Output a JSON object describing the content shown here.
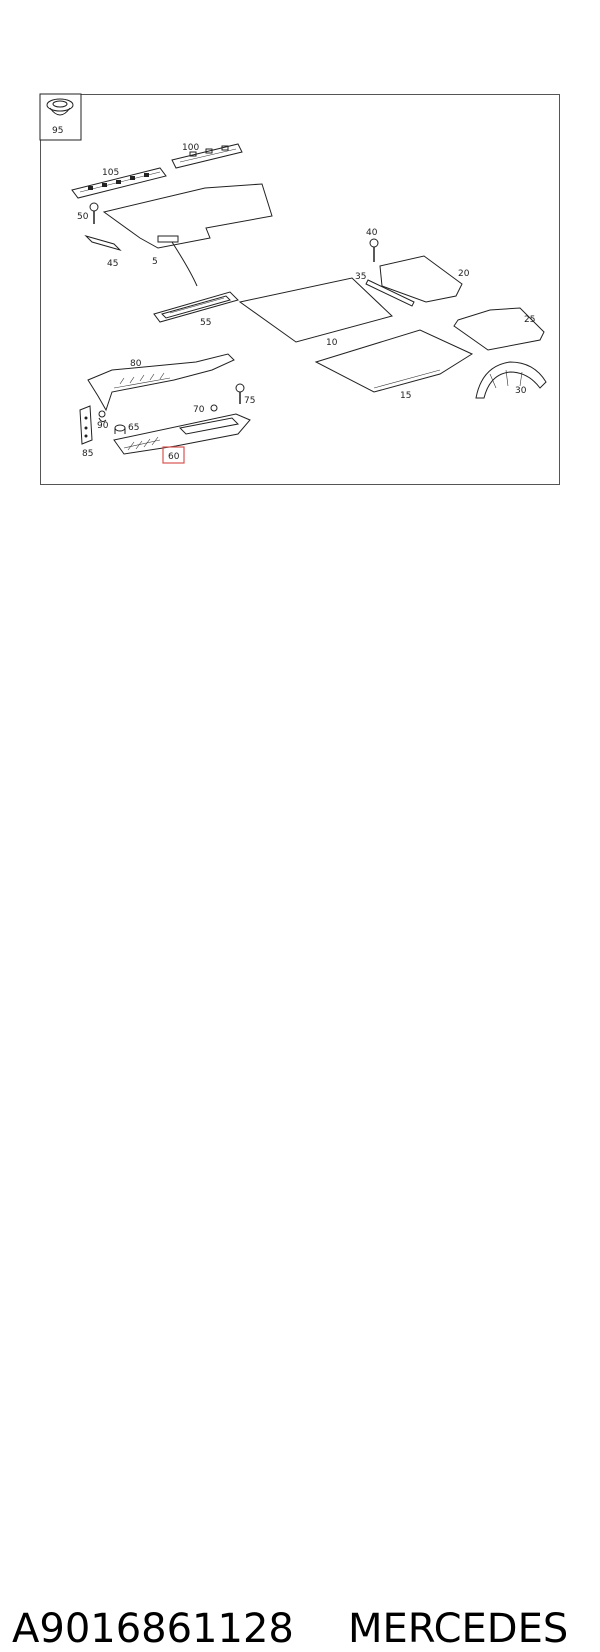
{
  "diagram": {
    "callouts": {
      "c95": "95",
      "c100": "100",
      "c105": "105",
      "c50": "50",
      "c45": "45",
      "c5": "5",
      "c40": "40",
      "c35": "35",
      "c20": "20",
      "c55": "55",
      "c25": "25",
      "c10": "10",
      "c80": "80",
      "c15": "15",
      "c30": "30",
      "c75": "75",
      "c70": "70",
      "c90": "90",
      "c65": "65",
      "c85": "85",
      "c60": "60"
    },
    "highlighted_callout": "60",
    "highlight_color": "#d9534f"
  },
  "caption": {
    "part_number": "A9016861128",
    "brand": "MERCEDES"
  }
}
